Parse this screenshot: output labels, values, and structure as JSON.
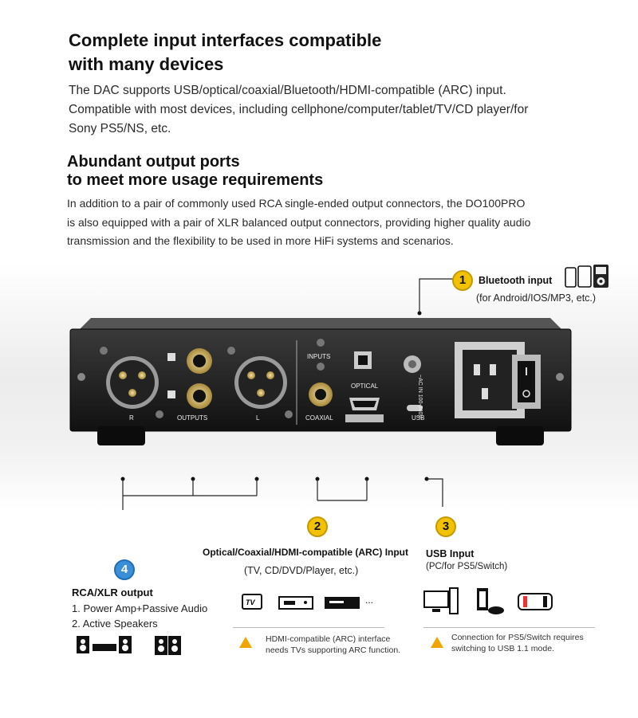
{
  "heading1": [
    "Complete input interfaces compatible",
    "with many devices"
  ],
  "paragraph1": [
    "The DAC supports USB/optical/coaxial/Bluetooth/HDMI-compatible (ARC) input.",
    "Compatible with most devices, including cellphone/computer/tablet/TV/CD player/for",
    "Sony PS5/NS, etc."
  ],
  "heading2": [
    "Abundant output ports",
    "to meet more usage requirements"
  ],
  "paragraph2": [
    "In addition to a pair of commonly used RCA single-ended output connectors, the DO100PRO",
    "is also equipped with a pair of XLR balanced output connectors, providing higher quality audio",
    "transmission and the flexibility to be used in more HiFi systems and scenarios."
  ],
  "device_labels": {
    "left": "L",
    "right": "R",
    "outputs": "OUTPUTS",
    "inputs": "INPUTS",
    "optical": "OPTICAL",
    "coaxial": "COAXIAL",
    "usb": "USB",
    "ac": "~AC IN 100-240V",
    "xlr_r": "R",
    "xlr_l": "L"
  },
  "callouts": {
    "bluetooth": {
      "number": "1",
      "title": "Bluetooth input",
      "sub": "(for Android/IOS/MP3, etc.)"
    },
    "optical": {
      "number": "2",
      "title": "Optical/Coaxial/HDMI-compatible (ARC) Input",
      "sub": "(TV, CD/DVD/Player, etc.)",
      "note": [
        "HDMI-compatible (ARC) interface",
        "needs TVs supporting ARC function."
      ],
      "ellipsis": "..."
    },
    "usb": {
      "number": "3",
      "title": "USB Input",
      "sub": "(PC/for PS5/Switch)",
      "note": [
        "Connection for PS5/Switch requires",
        "switching to USB 1.1 mode."
      ]
    },
    "output": {
      "number": "4",
      "title": "RCA/XLR output",
      "items": [
        "1. Power Amp+Passive Audio",
        "2. Active Speakers"
      ]
    }
  },
  "icons": {
    "tv": "tv-icon",
    "tv_text": "TV"
  },
  "colors": {
    "accent_yellow": "#f2c200",
    "accent_blue": "#3b8fd8",
    "chassis": "#1c1c1c"
  }
}
